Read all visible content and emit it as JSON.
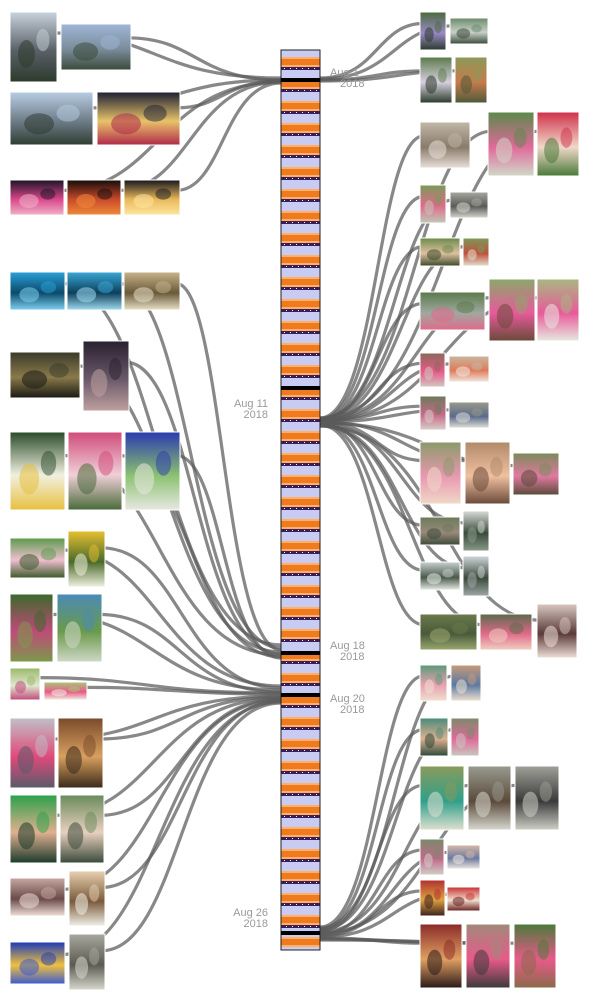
{
  "timeline": {
    "day_colors": [
      "#ffffff",
      "#f07a1e",
      "#ffb066",
      "#c9ccf2",
      "#3a1e5c"
    ],
    "separator_color": "#000000",
    "dates": [
      {
        "line1": "Aug  1",
        "line2": "2018"
      },
      {
        "line1": "Aug 11",
        "line2": "2018"
      },
      {
        "line1": "Aug 18",
        "line2": "2018"
      },
      {
        "line1": "Aug 20",
        "line2": "2018"
      },
      {
        "line1": "Aug 26",
        "line2": "2018"
      }
    ]
  },
  "connector_color": "#5a5a5a",
  "left_photos": [
    {
      "subject": "castle-evening",
      "colors": [
        "#c8d2dc",
        "#5a6068",
        "#2c3a2c"
      ]
    },
    {
      "subject": "castle-sky",
      "colors": [
        "#9fb6d8",
        "#7a8c9a",
        "#3b4a3a"
      ]
    },
    {
      "subject": "city-skyline",
      "colors": [
        "#b8cde3",
        "#6e7c88",
        "#2f3d33"
      ]
    },
    {
      "subject": "fireworks-bridge",
      "colors": [
        "#1c1f33",
        "#e8c36a",
        "#b02a4a"
      ]
    },
    {
      "subject": "fireworks-pink",
      "colors": [
        "#1a1426",
        "#d9468a",
        "#f0b2c8"
      ]
    },
    {
      "subject": "fireworks-red",
      "colors": [
        "#140c0c",
        "#c84a2a",
        "#f08a3a"
      ]
    },
    {
      "subject": "fireworks-gold",
      "colors": [
        "#16161e",
        "#e8b85a",
        "#ffe6a0"
      ]
    },
    {
      "subject": "aquarium-blue",
      "colors": [
        "#2aa0d8",
        "#0b4a6a",
        "#7fd0f0"
      ]
    },
    {
      "subject": "aquarium-visitors",
      "colors": [
        "#3aa8d8",
        "#0d3f5a",
        "#a0dcf0"
      ]
    },
    {
      "subject": "otters",
      "colors": [
        "#c8b48a",
        "#6a5a3a",
        "#e8e0c8"
      ]
    },
    {
      "subject": "reptile-exhibit",
      "colors": [
        "#3a3a2a",
        "#8a7a4a",
        "#1a1a14"
      ]
    },
    {
      "subject": "dark-cave",
      "colors": [
        "#2a2030",
        "#6a5a6a",
        "#c0a0a0"
      ]
    },
    {
      "subject": "water-lily",
      "colors": [
        "#2a4a2a",
        "#f0f0e0",
        "#e8c040"
      ]
    },
    {
      "subject": "girl-pink-hat",
      "colors": [
        "#d04a7a",
        "#f0d0d8",
        "#4a6a3a"
      ]
    },
    {
      "subject": "blue-horn",
      "colors": [
        "#2a3ab0",
        "#8ac070",
        "#e8e8e0"
      ]
    },
    {
      "subject": "girl-guitar",
      "colors": [
        "#5a9a4a",
        "#f0c0d0",
        "#3a5a2a"
      ]
    },
    {
      "subject": "sunflowers",
      "colors": [
        "#e8c030",
        "#4a6a2a",
        "#f0f0e0"
      ]
    },
    {
      "subject": "corn-maze",
      "colors": [
        "#3a6a2a",
        "#c04a7a",
        "#7a9a4a"
      ]
    },
    {
      "subject": "farm-stand",
      "colors": [
        "#4a8ab8",
        "#6a9a4a",
        "#d0d8c8"
      ]
    },
    {
      "subject": "field-small",
      "colors": [
        "#9ab86a",
        "#e0e8d0",
        "#c04a7a"
      ]
    },
    {
      "subject": "field-pink",
      "colors": [
        "#a8c878",
        "#e85a8a",
        "#f0f0e0"
      ]
    },
    {
      "subject": "crowd-square",
      "colors": [
        "#c0c0c8",
        "#e04a7a",
        "#5a5a6a"
      ]
    },
    {
      "subject": "market-stall",
      "colors": [
        "#7a4a2a",
        "#d8a060",
        "#3a2a1a"
      ]
    },
    {
      "subject": "woman-green",
      "colors": [
        "#2aa04a",
        "#e0b090",
        "#1a3a2a"
      ]
    },
    {
      "subject": "kids-table",
      "colors": [
        "#6a8a5a",
        "#e8d0c0",
        "#3a4a3a"
      ]
    },
    {
      "subject": "dried-flowers",
      "colors": [
        "#c8a8a0",
        "#6a4a4a",
        "#f0e0d8"
      ]
    },
    {
      "subject": "cupcakes",
      "colors": [
        "#e8d0b0",
        "#7a5a3a",
        "#f0f0e8"
      ]
    },
    {
      "subject": "butterflies",
      "colors": [
        "#1a3ab8",
        "#f0c040",
        "#3a5ad0"
      ]
    },
    {
      "subject": "statue",
      "colors": [
        "#a8a8a0",
        "#5a5a50",
        "#d8d8d0"
      ]
    }
  ],
  "right_photos": [
    {
      "subject": "purple-flowers",
      "colors": [
        "#4a6a3a",
        "#9a8ac8",
        "#2a3a2a"
      ]
    },
    {
      "subject": "creek",
      "colors": [
        "#6a8a6a",
        "#c8d0c8",
        "#3a4a3a"
      ]
    },
    {
      "subject": "lavender",
      "colors": [
        "#5a7a4a",
        "#d8d0e0",
        "#2a3a2a"
      ]
    },
    {
      "subject": "butterfly-leaf",
      "colors": [
        "#8a9a5a",
        "#c87a4a",
        "#4a5a3a"
      ]
    },
    {
      "subject": "butterfly-wood",
      "colors": [
        "#c0b8a8",
        "#8a7a6a",
        "#e8e0d8"
      ]
    },
    {
      "subject": "trail-girl",
      "colors": [
        "#5a8a4a",
        "#e06a9a",
        "#d0d8c8"
      ]
    },
    {
      "subject": "girl-red-hat",
      "colors": [
        "#d0304a",
        "#f0d8c8",
        "#4a7a3a"
      ]
    },
    {
      "subject": "farm-kids",
      "colors": [
        "#7a9a5a",
        "#e06a8a",
        "#c0c8b8"
      ]
    },
    {
      "subject": "truck",
      "colors": [
        "#a8a8a0",
        "#5a5a58",
        "#d8d8d0"
      ]
    },
    {
      "subject": "tractor",
      "colors": [
        "#6a8a4a",
        "#e0c0a0",
        "#3a4a2a"
      ]
    },
    {
      "subject": "picnic",
      "colors": [
        "#7a9a5a",
        "#c0503a",
        "#e0e0d0"
      ]
    },
    {
      "subject": "bench-group",
      "colors": [
        "#5a7a4a",
        "#a0a8a0",
        "#e06a8a"
      ]
    },
    {
      "subject": "girl-pony",
      "colors": [
        "#8aa86a",
        "#e85a9a",
        "#6a4a3a"
      ]
    },
    {
      "subject": "girl-running",
      "colors": [
        "#a8b880",
        "#e85a9a",
        "#e8e8e0"
      ]
    },
    {
      "subject": "kids-pink",
      "colors": [
        "#8a6a5a",
        "#e85a8a",
        "#d0c8c0"
      ]
    },
    {
      "subject": "lunch-table",
      "colors": [
        "#c8b8a0",
        "#e07a5a",
        "#f0e8e0"
      ]
    },
    {
      "subject": "girl-yard",
      "colors": [
        "#6a7a5a",
        "#c86a8a",
        "#d8d0c8"
      ]
    },
    {
      "subject": "picnic-gear",
      "colors": [
        "#9a9a8a",
        "#5a6a8a",
        "#e0e0d8"
      ]
    },
    {
      "subject": "girl-portrait",
      "colors": [
        "#8a9a6a",
        "#e898b0",
        "#f0d8c8"
      ]
    },
    {
      "subject": "smiling-girl",
      "colors": [
        "#b08a6a",
        "#f0c0a0",
        "#6a4a3a"
      ]
    },
    {
      "subject": "girl-goat",
      "colors": [
        "#7a8a5a",
        "#e07aa0",
        "#5a4a3a"
      ]
    },
    {
      "subject": "goats",
      "colors": [
        "#6a7a5a",
        "#9a8a7a",
        "#3a4a3a"
      ]
    },
    {
      "subject": "bird-tree",
      "colors": [
        "#d8dcd8",
        "#3a4a3a",
        "#8a9a8a"
      ]
    },
    {
      "subject": "hill",
      "colors": [
        "#c8d0d0",
        "#4a5a4a",
        "#e8ece8"
      ]
    },
    {
      "subject": "tree-sky",
      "colors": [
        "#d0d8dc",
        "#3a4a3a",
        "#a0a8a8"
      ]
    },
    {
      "subject": "meadow-birds",
      "colors": [
        "#6a7a4a",
        "#4a5a3a",
        "#9aa870"
      ]
    },
    {
      "subject": "kids-selfie",
      "colors": [
        "#5a6a4a",
        "#e06a8a",
        "#f0d0c0"
      ]
    },
    {
      "subject": "family-selfie",
      "colors": [
        "#d8c8c0",
        "#5a3a3a",
        "#f0e0d8"
      ]
    },
    {
      "subject": "girl-balloon",
      "colors": [
        "#5a9a7a",
        "#e8a0b0",
        "#f0e0d0"
      ]
    },
    {
      "subject": "craft-table",
      "colors": [
        "#c89a7a",
        "#5a7aa0",
        "#f0e0d0"
      ]
    },
    {
      "subject": "play-area",
      "colors": [
        "#4a8a7a",
        "#e0b090",
        "#2a4a3a"
      ]
    },
    {
      "subject": "girl-stroller",
      "colors": [
        "#7a8a6a",
        "#e06a9a",
        "#c8c8c0"
      ]
    },
    {
      "subject": "fair-green",
      "colors": [
        "#8a9a5a",
        "#30a08a",
        "#e0e0d0"
      ]
    },
    {
      "subject": "horse-show",
      "colors": [
        "#9a9a90",
        "#5a4a3a",
        "#d8d8d0"
      ]
    },
    {
      "subject": "riders",
      "colors": [
        "#a0a098",
        "#3a3a3a",
        "#d0d0c8"
      ]
    },
    {
      "subject": "kids-yard",
      "colors": [
        "#7a8a6a",
        "#c06a8a",
        "#d0d0c8"
      ]
    },
    {
      "subject": "hands",
      "colors": [
        "#d8b8a8",
        "#6a7aa0",
        "#f0e8e0"
      ]
    },
    {
      "subject": "red-booth",
      "colors": [
        "#b03030",
        "#e0a040",
        "#3a2020"
      ]
    },
    {
      "subject": "red-banner",
      "colors": [
        "#c83030",
        "#f0e0d0",
        "#6a2020"
      ]
    },
    {
      "subject": "theater-stage",
      "colors": [
        "#8a2a2a",
        "#e0a060",
        "#2a1a1a"
      ]
    },
    {
      "subject": "girls-festival",
      "colors": [
        "#a08a7a",
        "#e85a8a",
        "#3a3a3a"
      ]
    },
    {
      "subject": "girl-boardwalk",
      "colors": [
        "#4a7a3a",
        "#e85a8a",
        "#8a6a4a"
      ]
    }
  ]
}
